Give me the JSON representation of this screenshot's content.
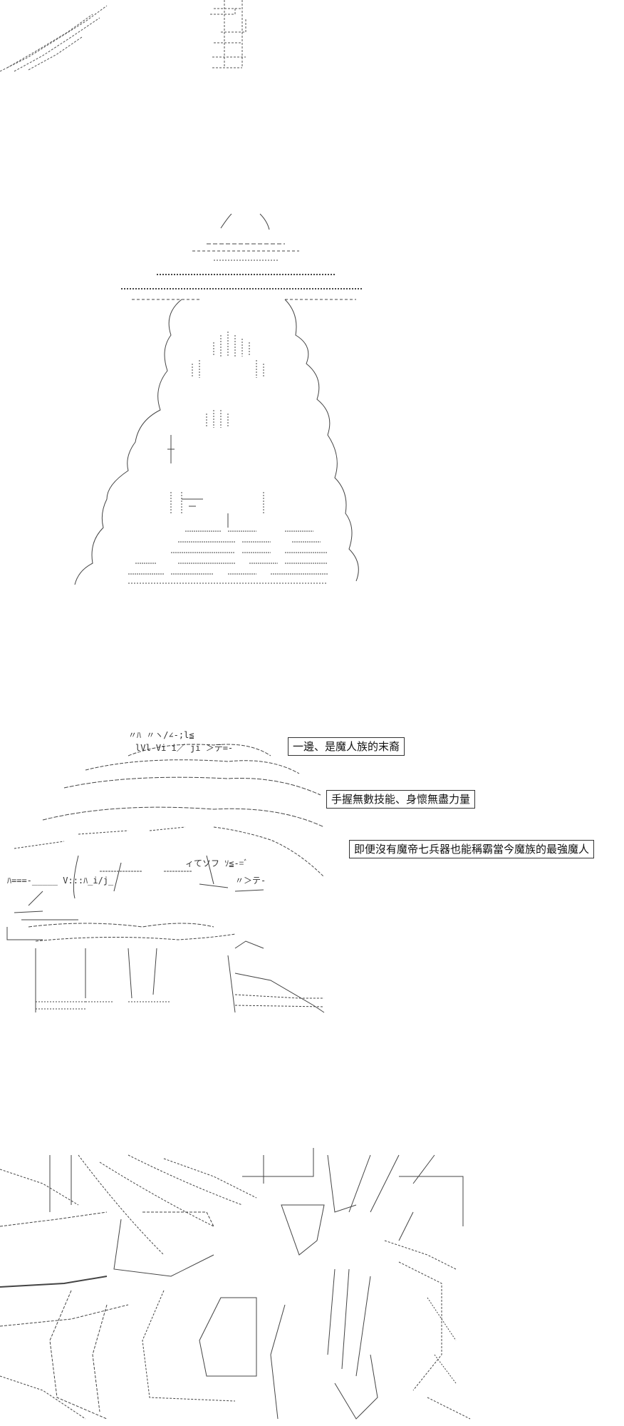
{
  "captions": {
    "line1": "一邊、是魔人族的末裔",
    "line2": "手握無數技能、身懷無盡力量",
    "line3": "即便沒有魔帝七兵器也能稱霸當今魔族的最強魔人"
  },
  "ascii_fragments": {
    "header": "〃ﾊ 〃ヽ/∠-;l≦",
    "row2": "lVl Vi i／ ji ＞テ=-",
    "row3": "ﾊ===-_____ V:::ﾊ_i/j_",
    "row4": "〃＞テ-",
    "row5": "ィてソフ ｿ≦-=ﾞ"
  }
}
